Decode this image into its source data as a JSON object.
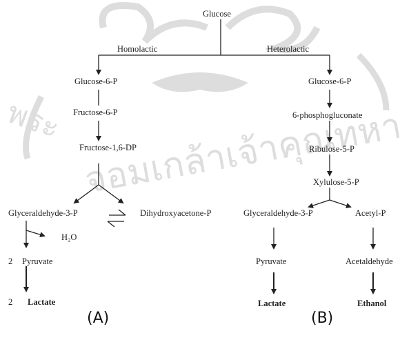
{
  "watermark": {
    "text": "จอมเกล้าเจ้าคุณทหาร",
    "arc_left": "พระ",
    "color": "#808080"
  },
  "root": {
    "label": "Glucose"
  },
  "pathway_a": {
    "branch_label": "Homolactic",
    "steps": [
      "Glucose-6-P",
      "Fructose-6-P",
      "Fructose-1,6-DP"
    ],
    "split_left": "Glyceraldehyde-3-P",
    "split_right": "Dihydroxyacetone-P",
    "byproduct": "H₂O",
    "pyruvate_coef": "2",
    "pyruvate": "Pyruvate",
    "lactate_coef": "2",
    "lactate": "Lactate",
    "caption": "(A)"
  },
  "pathway_b": {
    "branch_label": "Heterolactic",
    "steps": [
      "Glucose-6-P",
      "6-phosphogluconate",
      "Ribulose-5-P",
      "Xylulose-5-P"
    ],
    "left": {
      "intermediate": "Glyceraldehyde-3-P",
      "pyruvate": "Pyruvate",
      "product": "Lactate"
    },
    "right": {
      "intermediate": "Acetyl-P",
      "aldehyde": "Acetaldehyde",
      "product": "Ethanol"
    },
    "caption": "(B)"
  },
  "colors": {
    "arrow": "#222222",
    "text": "#222222"
  }
}
